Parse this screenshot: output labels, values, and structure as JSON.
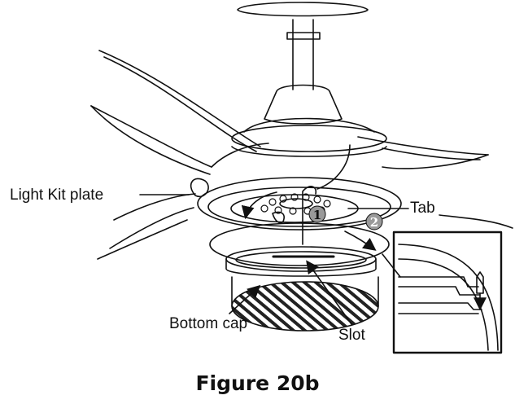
{
  "labels": {
    "light_kit_plate": "Light Kit plate",
    "tab": "Tab",
    "bottom_cap": "Bottom cap",
    "slot": "Slot"
  },
  "steps": [
    "1",
    "2"
  ],
  "figure_title": "Figure 20b",
  "colors": {
    "ink": "#111111",
    "step_badge": "#9a9a9a",
    "hatch": "#222222",
    "background": "#ffffff"
  }
}
